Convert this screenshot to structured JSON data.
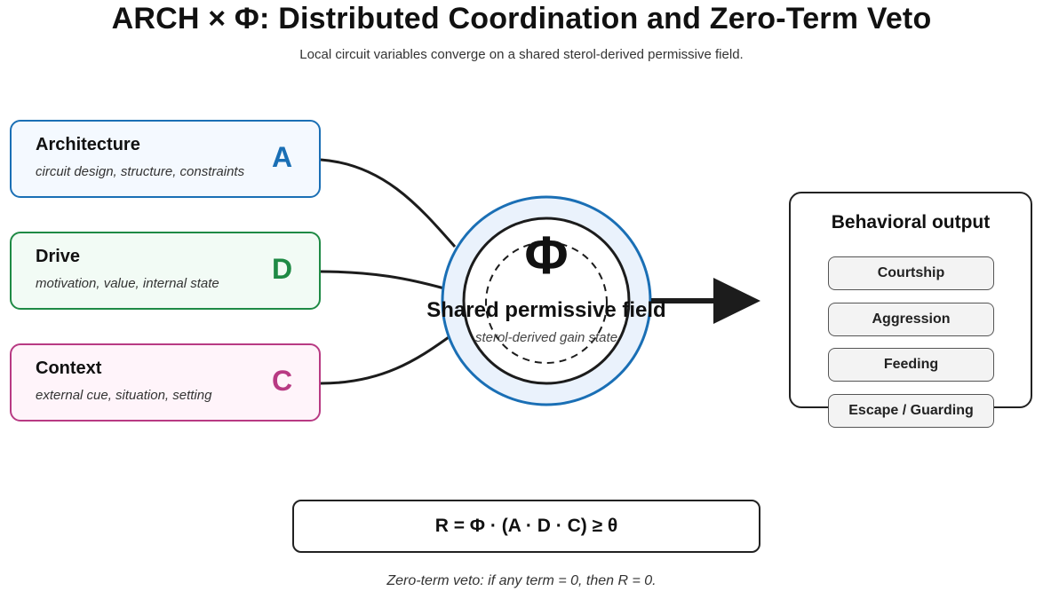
{
  "header": {
    "title": "ARCH × Φ: Distributed Coordination and Zero-Term Veto",
    "subtitle": "Local circuit variables converge on a shared sterol-derived permissive field."
  },
  "inputs": [
    {
      "label": "Architecture",
      "description": "circuit design, structure, constraints",
      "letter": "A",
      "color": "#1a6fb5"
    },
    {
      "label": "Drive",
      "description": "motivation, value, internal state",
      "letter": "D",
      "color": "#1f8a45"
    },
    {
      "label": "Context",
      "description": "external cue, situation, setting",
      "letter": "C",
      "color": "#b83a83"
    }
  ],
  "field": {
    "symbol": "Φ",
    "label": "Shared permissive field",
    "sublabel": "sterol-derived gain state",
    "ring_color": "#1a6fb5"
  },
  "output": {
    "title": "Behavioral output",
    "behaviors": [
      "Courtship",
      "Aggression",
      "Feeding",
      "Escape / Guarding"
    ]
  },
  "formula": {
    "text": "R = Φ · (A · D · C) ≥ θ",
    "note": "Zero-term veto: if any term = 0, then R = 0."
  }
}
